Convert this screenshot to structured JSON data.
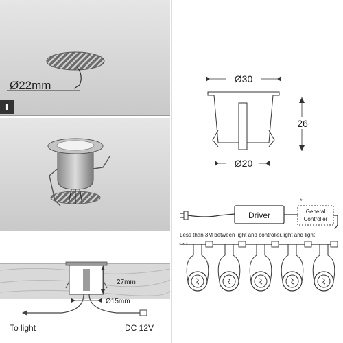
{
  "step1": {
    "marker": "I",
    "hole_diameter": "Ø22mm"
  },
  "spec": {
    "top_width": "Ø30",
    "height": "26",
    "bottom_width": "Ø20"
  },
  "install": {
    "depth": "27mm",
    "diameter": "Ø15mm",
    "to_light": "To light",
    "power": "DC 12V"
  },
  "wiring": {
    "driver_label": "Driver",
    "controller_line1": "General",
    "controller_line2": "Controller",
    "note": "Less than 3M between light and controller,light and light",
    "light_count": 5
  },
  "colors": {
    "panel_gray": "#d6d6d6",
    "marker_bg": "#333333",
    "line": "#333333"
  }
}
